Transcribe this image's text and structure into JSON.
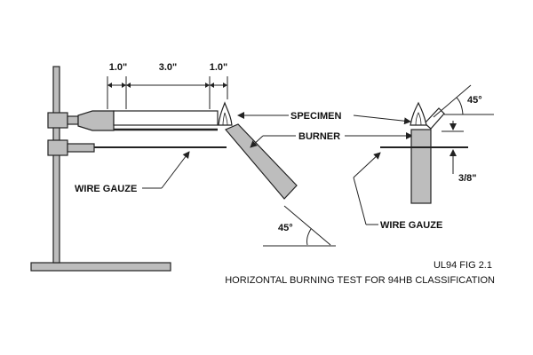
{
  "figure": {
    "code": "UL94 FIG 2.1",
    "caption": "HORIZONTAL BURNING TEST FOR 94HB CLASSIFICATION"
  },
  "dimensions": {
    "d1": "1.0\"",
    "d2": "3.0\"",
    "d3": "1.0\"",
    "spacing": "3/8\""
  },
  "labels": {
    "specimen": "SPECIMEN",
    "burner": "BURNER",
    "wire_gauze_left": "WIRE GAUZE",
    "wire_gauze_right": "WIRE GAUZE",
    "angle_left": "45°",
    "angle_right": "45°"
  },
  "colors": {
    "line": "#222222",
    "metal": "#bdbdbd",
    "specimen_fill": "#ffffff",
    "flame": "#ffffff"
  }
}
